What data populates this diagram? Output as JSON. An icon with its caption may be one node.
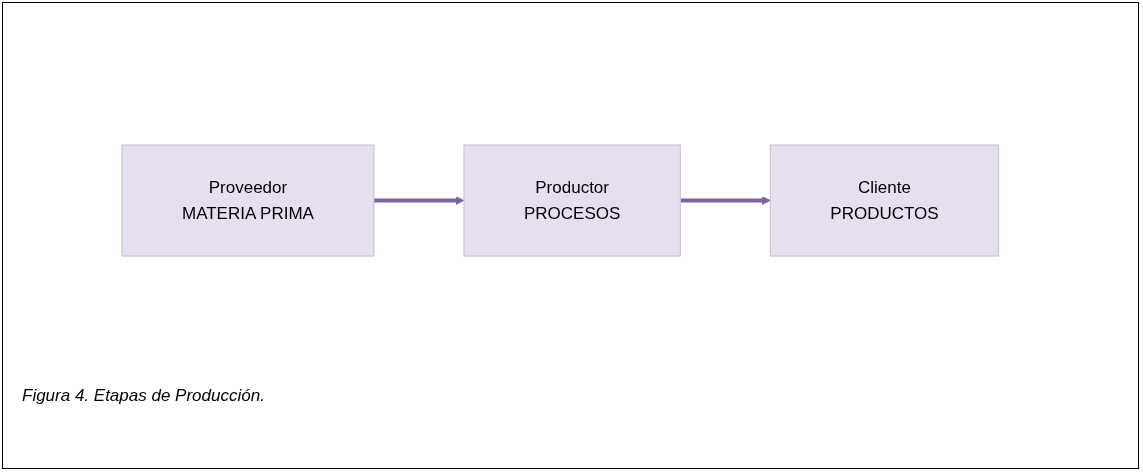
{
  "diagram": {
    "caption": "Figura 4. Etapas de Producción.",
    "nodes": [
      {
        "text": [
          "Proveedor",
          "MATERIA PRIMA"
        ]
      },
      {
        "text": [
          "Productor",
          "PROCESOS"
        ]
      },
      {
        "text": [
          "Cliente",
          "PRODUCTOS"
        ]
      }
    ],
    "edges": [
      {
        "from": 0,
        "to": 1,
        "arrow": "to"
      },
      {
        "from": 1,
        "to": 2,
        "arrow": "to"
      }
    ]
  }
}
